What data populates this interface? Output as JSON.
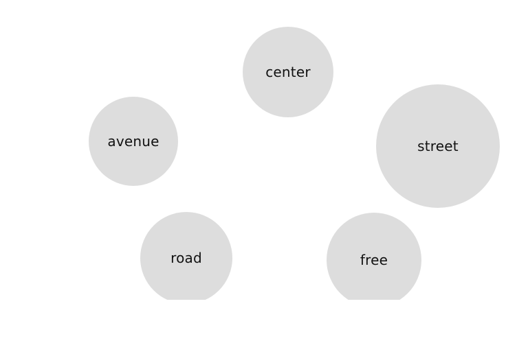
{
  "bubbles": [
    {
      "label": "center"
    },
    {
      "label": "avenue"
    },
    {
      "label": "street"
    },
    {
      "label": "road"
    },
    {
      "label": "free"
    }
  ],
  "colors": {
    "bubble_fill": "#dddddd",
    "label_text": "#111111",
    "background": "#ffffff"
  }
}
